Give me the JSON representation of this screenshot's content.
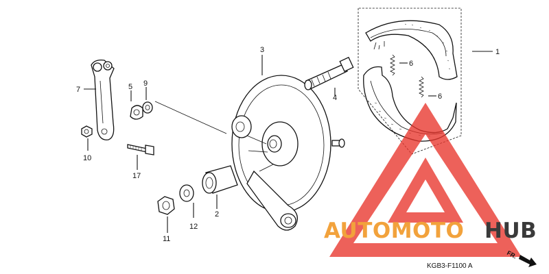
{
  "diagram": {
    "callouts": [
      {
        "id": "1",
        "text": "1"
      },
      {
        "id": "2",
        "text": "2"
      },
      {
        "id": "3",
        "text": "3"
      },
      {
        "id": "4",
        "text": "4"
      },
      {
        "id": "5",
        "text": "5"
      },
      {
        "id": "6a",
        "text": "6"
      },
      {
        "id": "6b",
        "text": "6"
      },
      {
        "id": "7",
        "text": "7"
      },
      {
        "id": "9",
        "text": "9"
      },
      {
        "id": "10",
        "text": "10"
      },
      {
        "id": "11",
        "text": "11"
      },
      {
        "id": "12",
        "text": "12"
      },
      {
        "id": "17",
        "text": "17"
      }
    ],
    "direction_marker": "FR.",
    "drawing_code": "KGB3-F1100 A"
  },
  "watermark": {
    "word_part_1": "AUTOMOTO",
    "word_part_2": "HUB",
    "color_primary": "#f2a23c",
    "color_secondary": "#3a3a3a",
    "logo_color": "#e8352c"
  }
}
